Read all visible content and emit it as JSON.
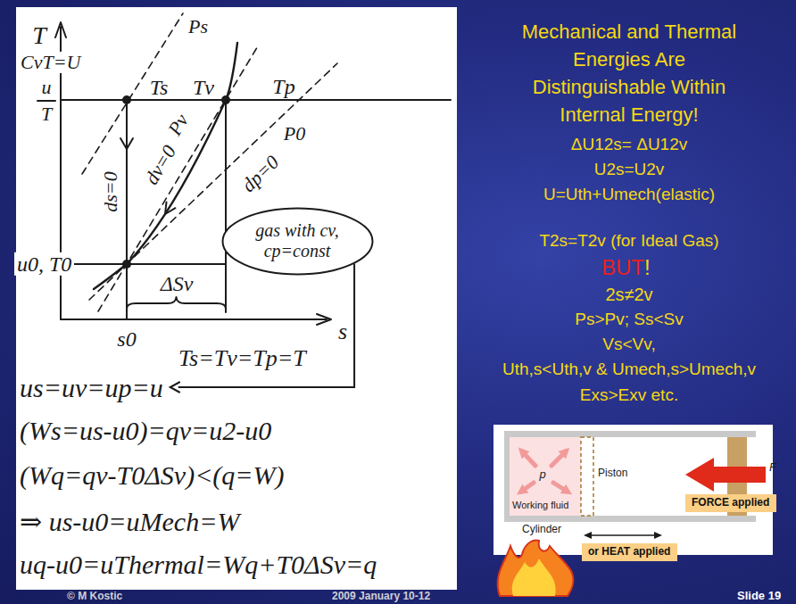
{
  "diagram": {
    "title": "Mechanical and Thermal Energies Are Distinguishable Within Internal Energy!",
    "nodes": [
      {
        "text": [
          "gas with cv, cp=const"
        ]
      },
      {
        "text": [
          "FORCE applied"
        ]
      },
      {
        "text": [
          "or HEAT applied"
        ]
      }
    ],
    "labels": [
      "T",
      "CvT=U",
      "u",
      "T",
      "Ts",
      "Ps",
      "Tv",
      "Tp",
      "ds=0",
      "Pv",
      "dv=0",
      "P0",
      "dp=0",
      "u0, T0",
      "ΔSv",
      "s",
      "s0",
      "Ts=Tv=Tp=T",
      "us=uv=up=u",
      "(Ws=us-u0)=qv=u2-u0",
      "(Wq=qv-T0ΔSv)<(q=W)",
      "⇒ us-u0=uMech=W",
      "uq-u0=uThermal=Wq+T0ΔSv=q",
      "ΔU12s= ΔU12v",
      "U2s=U2v",
      "U=Uth+Umech(elastic)",
      "T2s=T2v (for Ideal Gas)",
      "BUT",
      "!",
      "2s≠2v",
      "Ps>Pv; Ss<Sv",
      "Vs<Vv,",
      "Uth,s<Uth,v & Umech,s>Umech,v",
      "Exs>Exv etc.",
      "p",
      "Piston",
      "Working fluid",
      "F",
      "Cylinder",
      "© M Kostic",
      "2009 January 10-12",
      "Slide 19"
    ]
  }
}
